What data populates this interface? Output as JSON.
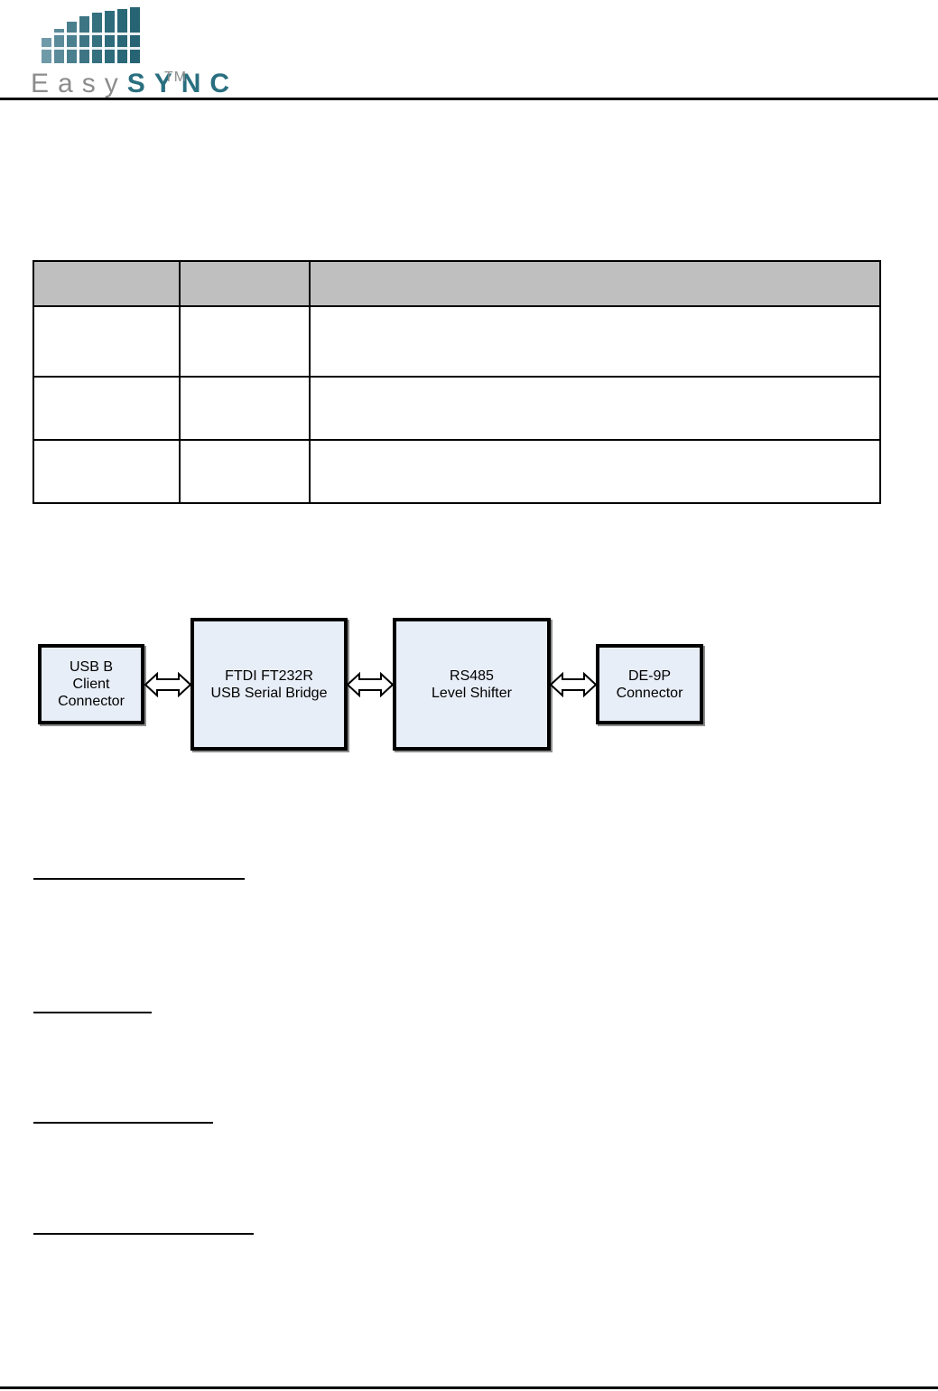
{
  "header": {
    "logo": {
      "word_easy": "Easy",
      "word_sync": "SYNC",
      "trademark": "TM"
    }
  },
  "spec_table": {
    "headers": [
      "",
      "",
      ""
    ],
    "rows": [
      [
        "",
        "",
        ""
      ],
      [
        "",
        "",
        ""
      ],
      [
        "",
        "",
        ""
      ]
    ]
  },
  "block_diagram": {
    "blocks": [
      {
        "id": "usb",
        "lines": [
          "USB B",
          "Client",
          "Connector"
        ]
      },
      {
        "id": "ftdi",
        "lines": [
          "FTDI FT232R",
          "USB Serial Bridge"
        ]
      },
      {
        "id": "rs485",
        "lines": [
          "RS485",
          "Level Shifter"
        ]
      },
      {
        "id": "de9p",
        "lines": [
          "DE-9P",
          "Connector"
        ]
      }
    ],
    "colors": {
      "block_fill": "#e8eef8",
      "block_border": "#000000"
    }
  },
  "sections": [
    "",
    "",
    "",
    ""
  ],
  "colors": {
    "logo_blue": "#2a6f80",
    "logo_grey": "#8c8c8c",
    "table_header": "#bfbfbf"
  }
}
